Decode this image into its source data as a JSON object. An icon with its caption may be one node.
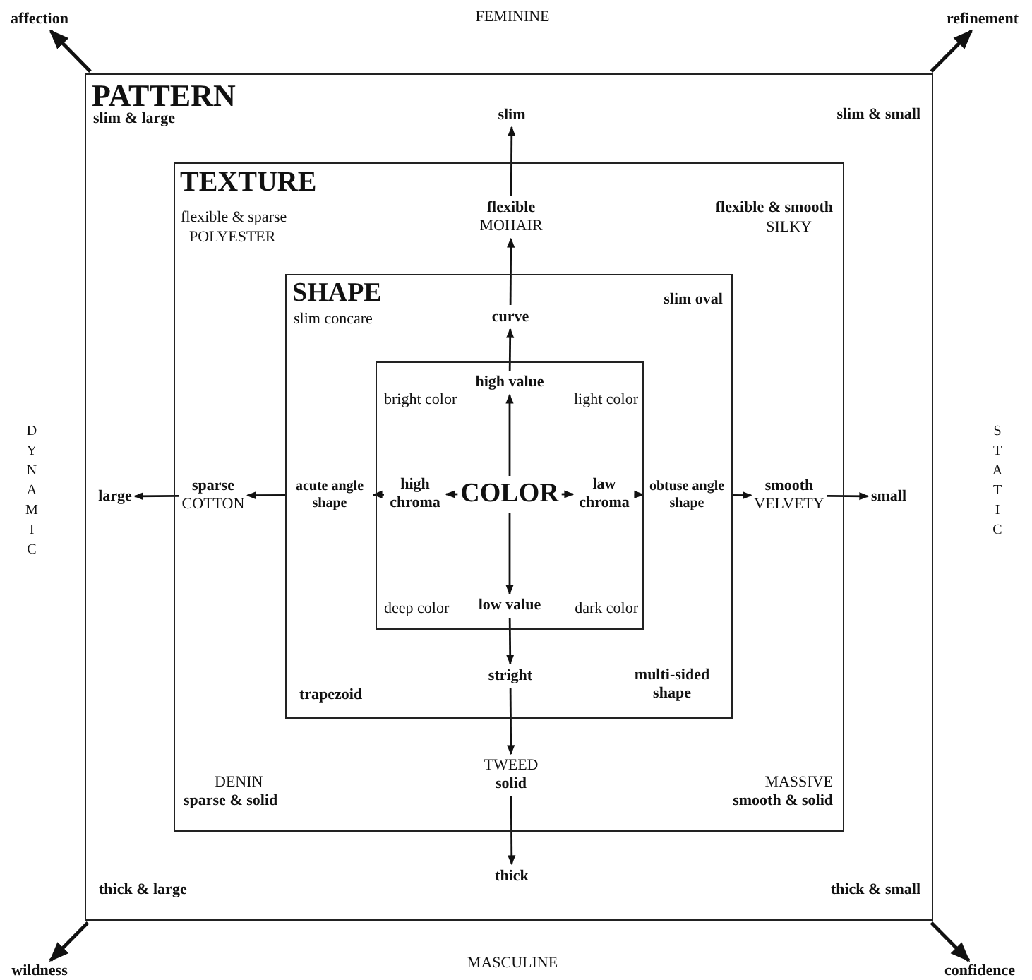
{
  "diagram": {
    "nodes": [
      {
        "text": [
          "PATTERN"
        ]
      },
      {
        "text": [
          "TEXTURE"
        ],
        "in": 0
      },
      {
        "text": [
          "SHAPE"
        ],
        "in": 1
      },
      {
        "text": [],
        "shape": "box",
        "in": 2
      },
      {
        "text": [
          "COLOR"
        ],
        "in": 3
      },
      {
        "text": [
          "high value"
        ],
        "in": 3
      },
      {
        "text": [
          "curve"
        ],
        "in": 2
      },
      {
        "text": [
          "flexible",
          "MOHAIR"
        ],
        "in": 1
      },
      {
        "text": [
          "slim"
        ],
        "in": 0
      },
      {
        "text": [
          "low value"
        ],
        "in": 3
      },
      {
        "text": [
          "stright"
        ],
        "in": 2
      },
      {
        "text": [
          "TWEED",
          "solid"
        ],
        "in": 1
      },
      {
        "text": [
          "thick"
        ],
        "in": 0
      },
      {
        "text": [
          "high chroma"
        ],
        "in": 3
      },
      {
        "text": [
          "acute angle shape"
        ],
        "in": 2
      },
      {
        "text": [
          "sparse",
          "COTTON"
        ],
        "in": 1
      },
      {
        "text": [
          "large"
        ],
        "in": 0
      },
      {
        "text": [
          "law chroma"
        ],
        "in": 3
      },
      {
        "text": [
          "obtuse angle shape"
        ],
        "in": 2
      },
      {
        "text": [
          "smooth",
          "VELVETY"
        ],
        "in": 1
      },
      {
        "text": [
          "small"
        ],
        "in": 0
      },
      {
        "text": [
          "affection"
        ]
      },
      {
        "text": [
          "refinement"
        ]
      },
      {
        "text": [
          "wildness"
        ]
      },
      {
        "text": [
          "confidence"
        ]
      }
    ],
    "edges": [
      {
        "from": 4,
        "to": 5,
        "arrow": "to"
      },
      {
        "from": 5,
        "to": 6,
        "arrow": "to"
      },
      {
        "from": 6,
        "to": 7,
        "arrow": "to"
      },
      {
        "from": 7,
        "to": 8,
        "arrow": "to"
      },
      {
        "from": 4,
        "to": 9,
        "arrow": "to"
      },
      {
        "from": 9,
        "to": 10,
        "arrow": "to"
      },
      {
        "from": 10,
        "to": 11,
        "arrow": "to"
      },
      {
        "from": 11,
        "to": 12,
        "arrow": "to"
      },
      {
        "from": 4,
        "to": 13,
        "arrow": "to"
      },
      {
        "from": 13,
        "to": 14,
        "arrow": "to"
      },
      {
        "from": 14,
        "to": 15,
        "arrow": "to"
      },
      {
        "from": 15,
        "to": 16,
        "arrow": "to"
      },
      {
        "from": 4,
        "to": 17,
        "arrow": "to"
      },
      {
        "from": 17,
        "to": 18,
        "arrow": "to"
      },
      {
        "from": 18,
        "to": 19,
        "arrow": "to"
      },
      {
        "from": 19,
        "to": 20,
        "arrow": "to"
      },
      {
        "from": 0,
        "to": 21,
        "arrow": "to"
      },
      {
        "from": 0,
        "to": 22,
        "arrow": "to"
      },
      {
        "from": 0,
        "to": 23,
        "arrow": "to"
      },
      {
        "from": 0,
        "to": 24,
        "arrow": "to"
      }
    ],
    "labels": [
      "FEMININE",
      "slim & large",
      "slim & small",
      "flexible & sparse",
      "POLYESTER",
      "flexible & smooth",
      "SILKY",
      "slim concare",
      "slim oval",
      "bright color",
      "light color",
      "DYNAMIC",
      "STATIC",
      "deep color",
      "dark color",
      "trapezoid",
      "multi-sided shape",
      "DENIN",
      "sparse & solid",
      "MASSIVE",
      "smooth & solid",
      "thick & large",
      "thick & small",
      "MASCULINE"
    ]
  }
}
